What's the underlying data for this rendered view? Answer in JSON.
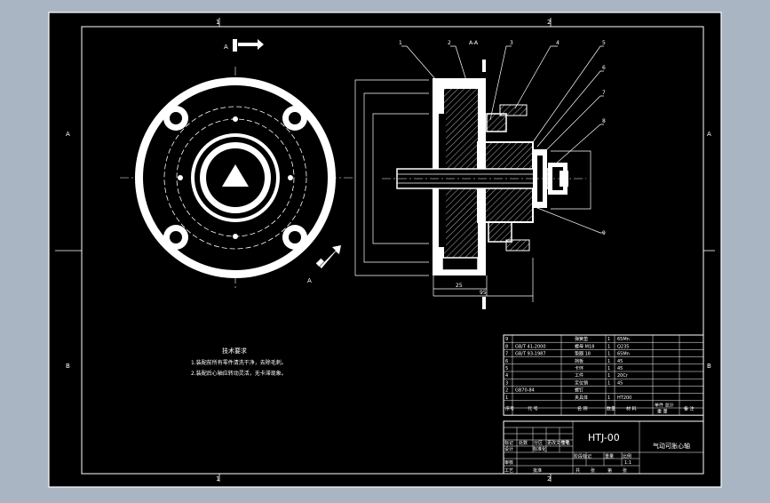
{
  "drawing": {
    "zone_marks": {
      "top": [
        "1",
        "2"
      ],
      "bottom": [
        "1",
        "2"
      ],
      "left": [
        "A",
        "B"
      ],
      "right": [
        "A",
        "B"
      ]
    },
    "view_labels": {
      "section_arrow": "A",
      "section_arrow_lower": "A",
      "section_title": "A-A"
    },
    "balloons": [
      "1",
      "2",
      "A-A",
      "3",
      "4",
      "5",
      "6",
      "7",
      "8",
      "9"
    ],
    "dims": {
      "bottom_small": "25",
      "bottom_large": "95"
    }
  },
  "bom": {
    "rows": [
      {
        "no": "9",
        "code": "",
        "name": "弹簧垫",
        "qty": "1",
        "material": "65Mn"
      },
      {
        "no": "8",
        "code": "GB/T 41-2000",
        "name": "螺母 M18",
        "qty": "1",
        "material": "Q235"
      },
      {
        "no": "7",
        "code": "GB/T 93-1987",
        "name": "垫圈 18",
        "qty": "1",
        "material": "65Mn"
      },
      {
        "no": "6",
        "code": "",
        "name": "挡板",
        "qty": "1",
        "material": "45"
      },
      {
        "no": "5",
        "code": "",
        "name": "卡环",
        "qty": "1",
        "material": "45"
      },
      {
        "no": "4",
        "code": "",
        "name": "工件",
        "qty": "1",
        "material": "20Cr"
      },
      {
        "no": "3",
        "code": "",
        "name": "定位销",
        "qty": "1",
        "material": "45"
      },
      {
        "no": "2",
        "code": "GB70-84",
        "name": "螺钉",
        "qty": "",
        "material": ""
      },
      {
        "no": "1",
        "code": "",
        "name": "夹具体",
        "qty": "1",
        "material": "HT200"
      }
    ],
    "header": {
      "no": "序号",
      "code": "代 号",
      "name": "名 称",
      "qty": "数量",
      "material": "材 料",
      "weight": "单件 总计",
      "weight2": "重 量",
      "remark": "备 注"
    }
  },
  "title_block": {
    "drawing_no": "HTJ-00",
    "title": "气动可胀心轴",
    "labels": {
      "design": "设计",
      "check": "审核",
      "process": "工艺",
      "stage": "阶段标记",
      "weight": "重量",
      "ratio": "比例",
      "scale": "1:1",
      "sheet_a": "共",
      "sheet_b": "张",
      "sheet_c": "第",
      "mark": "标记",
      "count": "处数",
      "zone": "分区",
      "doc": "更改文件号",
      "sign": "签名",
      "date": "年月日",
      "std": "标准化",
      "approve": "批准"
    }
  },
  "notes": {
    "title": "技术要求",
    "lines": [
      "1.装配前所有零件清洗干净，去除毛刺。",
      "2.装配后心轴应转动灵活，无卡滞现象。"
    ]
  }
}
